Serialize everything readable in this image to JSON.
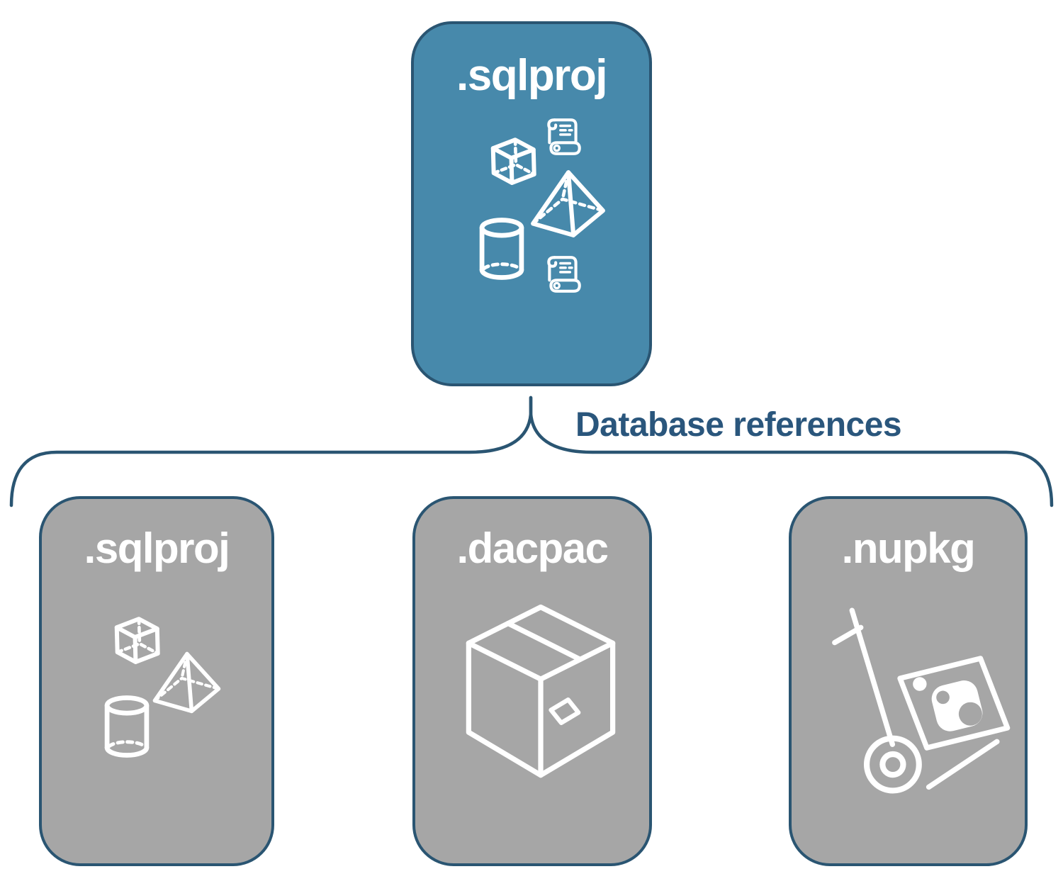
{
  "diagram": {
    "connector_label": "Database references",
    "root_card": {
      "label": ".sqlproj",
      "icons": [
        "cube-icon",
        "scroll-icon",
        "pyramid-icon",
        "cylinder-icon",
        "scroll-icon"
      ]
    },
    "reference_cards": [
      {
        "label": ".sqlproj",
        "icons": [
          "cube-icon",
          "pyramid-icon",
          "cylinder-icon"
        ]
      },
      {
        "label": ".dacpac",
        "icons": [
          "package-icon"
        ]
      },
      {
        "label": ".nupkg",
        "icons": [
          "nuget-handtruck-icon"
        ]
      }
    ],
    "colors": {
      "root_card_fill": "#4789AB",
      "reference_card_fill": "#A6A6A6",
      "card_border": "#2A5572",
      "connector_stroke": "#2A5572",
      "label_text": "#2A567C",
      "card_text": "#FFFFFF",
      "icon_stroke": "#FFFFFF",
      "background": "#FFFFFF"
    }
  }
}
